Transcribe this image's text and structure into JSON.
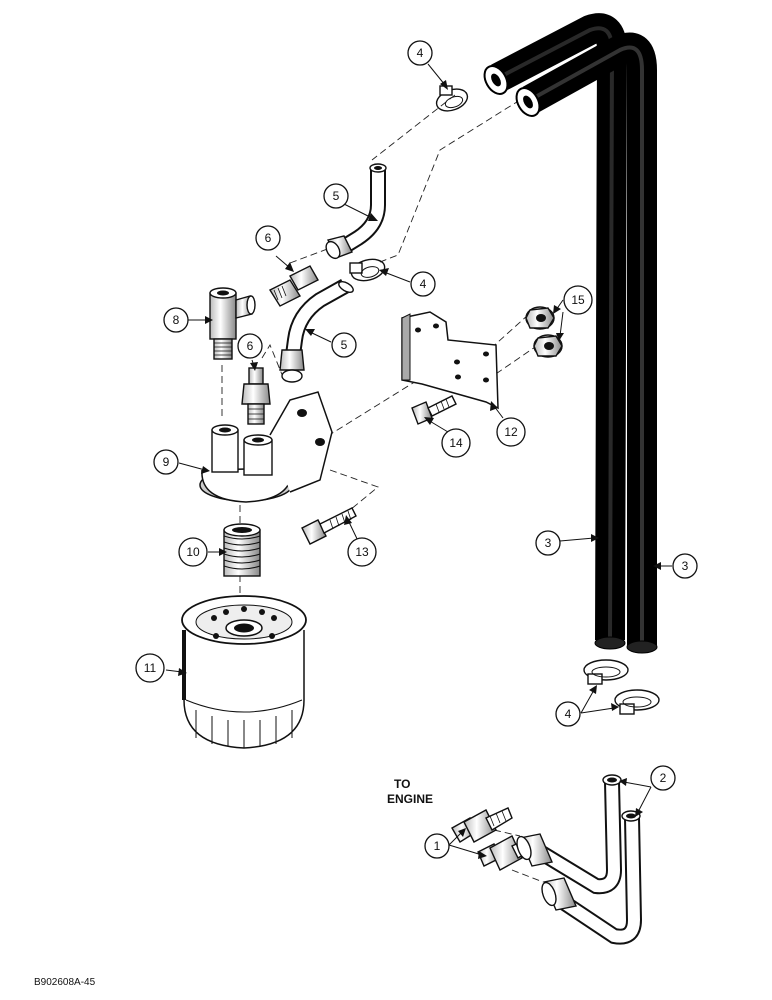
{
  "figure": {
    "code": "B902608A-45",
    "note_lines": [
      "TO",
      "ENGINE"
    ]
  },
  "callouts": [
    {
      "id": "c1",
      "label": "1"
    },
    {
      "id": "c2",
      "label": "2"
    },
    {
      "id": "c3a",
      "label": "3"
    },
    {
      "id": "c3b",
      "label": "3"
    },
    {
      "id": "c4a",
      "label": "4"
    },
    {
      "id": "c4b",
      "label": "4"
    },
    {
      "id": "c4c",
      "label": "4"
    },
    {
      "id": "c5a",
      "label": "5"
    },
    {
      "id": "c5b",
      "label": "5"
    },
    {
      "id": "c6a",
      "label": "6"
    },
    {
      "id": "c6b",
      "label": "6"
    },
    {
      "id": "c8",
      "label": "8"
    },
    {
      "id": "c9",
      "label": "9"
    },
    {
      "id": "c10",
      "label": "10"
    },
    {
      "id": "c11",
      "label": "11"
    },
    {
      "id": "c12",
      "label": "12"
    },
    {
      "id": "c13",
      "label": "13"
    },
    {
      "id": "c14",
      "label": "14"
    },
    {
      "id": "c15",
      "label": "15"
    }
  ]
}
